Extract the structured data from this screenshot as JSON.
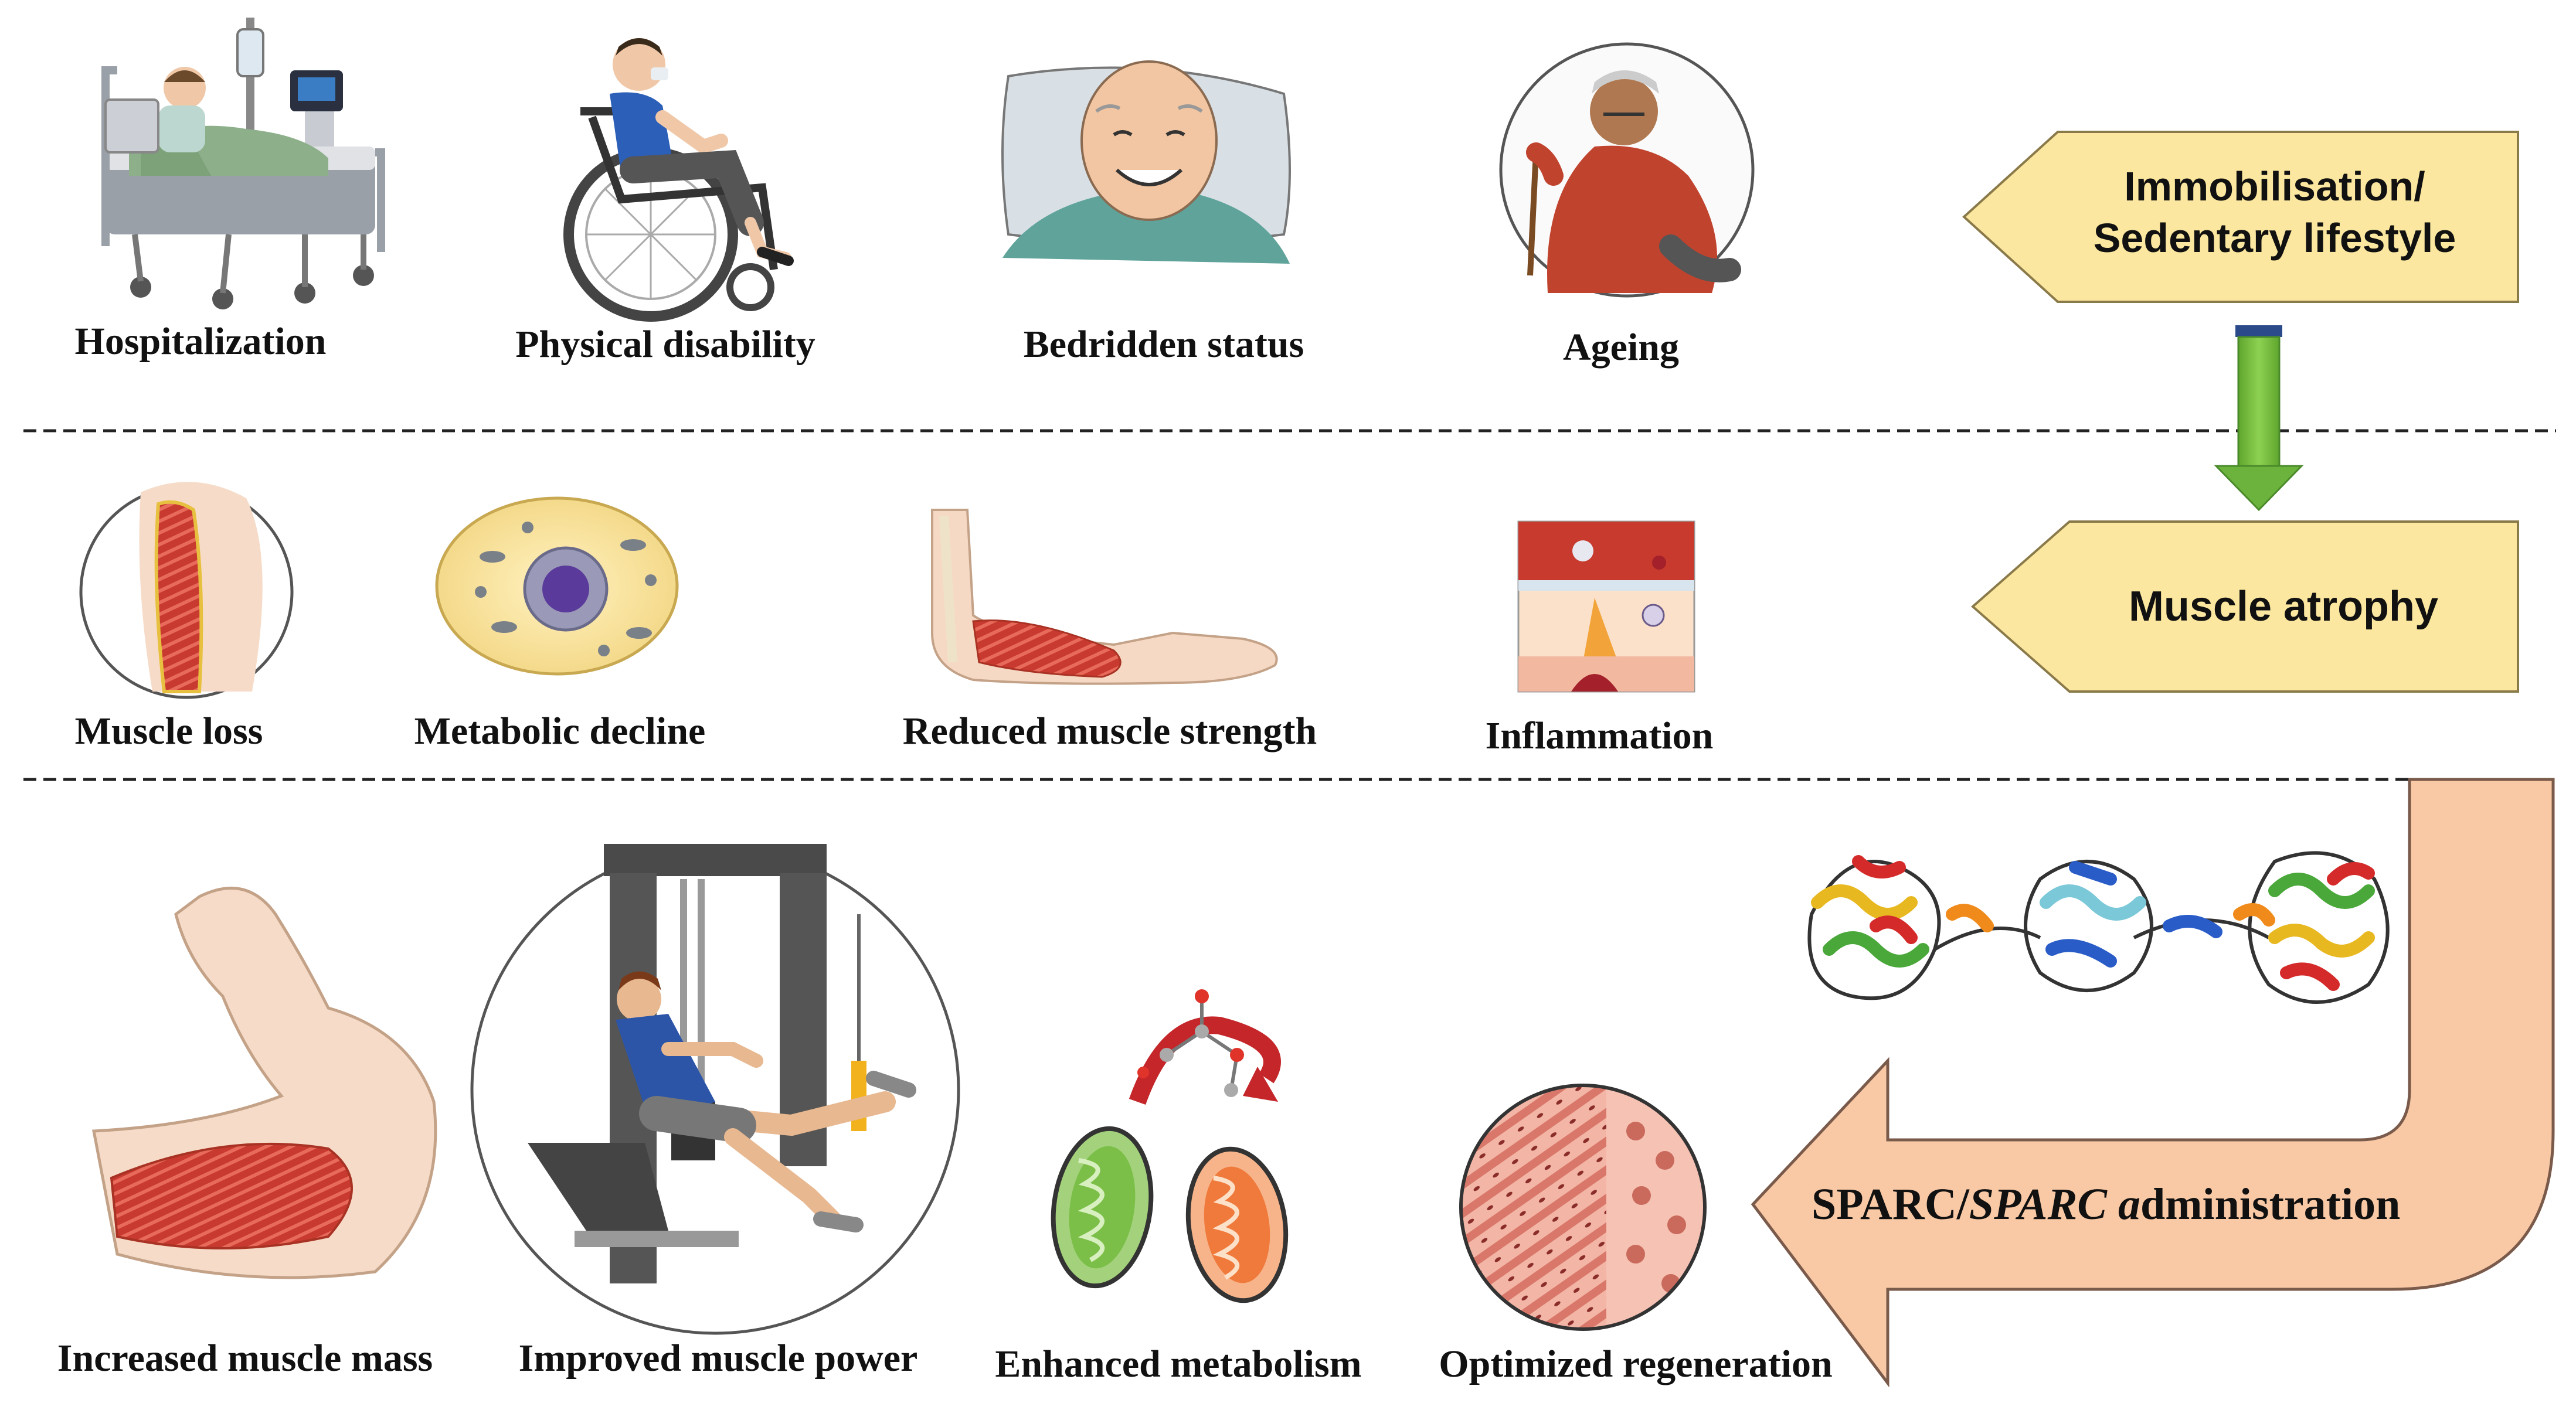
{
  "row1": {
    "items": [
      {
        "label": "Hospitalization",
        "icon": "hospital-bed-icon"
      },
      {
        "label": "Physical disability",
        "icon": "wheelchair-icon"
      },
      {
        "label": "Bedridden status",
        "icon": "bedridden-man-icon"
      },
      {
        "label": "Ageing",
        "icon": "elderly-man-icon"
      }
    ],
    "pointer": {
      "line1": "Immobilisation/",
      "line2": "Sedentary lifestyle",
      "fill": "#fbe79f"
    }
  },
  "row2": {
    "items": [
      {
        "label": "Muscle loss",
        "icon": "atrophied-arm-icon"
      },
      {
        "label": "Metabolic decline",
        "icon": "cell-icon"
      },
      {
        "label": "Reduced muscle strength",
        "icon": "forearm-muscle-icon"
      },
      {
        "label": "Inflammation",
        "icon": "inflamed-tissue-icon"
      }
    ],
    "pointer": {
      "line1": "Muscle atrophy",
      "fill": "#fbe79f"
    }
  },
  "row3": {
    "items": [
      {
        "label": "Increased muscle mass",
        "icon": "flexed-arm-icon"
      },
      {
        "label": "Improved muscle power",
        "icon": "leg-press-machine-icon"
      },
      {
        "label": "Enhanced metabolism",
        "icon": "mitochondria-icon"
      },
      {
        "label": "Optimized regeneration",
        "icon": "muscle-fibers-icon"
      }
    ],
    "treatment": {
      "part1": "SPARC/",
      "part2": "SPARC a",
      "part3": "dministration",
      "fill": "#f9c9a6",
      "icon": "sparc-protein-icon"
    }
  },
  "colors": {
    "green_arrow": "#7dc142",
    "yellow_box": "#fbe79f",
    "peach_arrow": "#f9c9a6",
    "muscle_red": "#c0392b"
  }
}
